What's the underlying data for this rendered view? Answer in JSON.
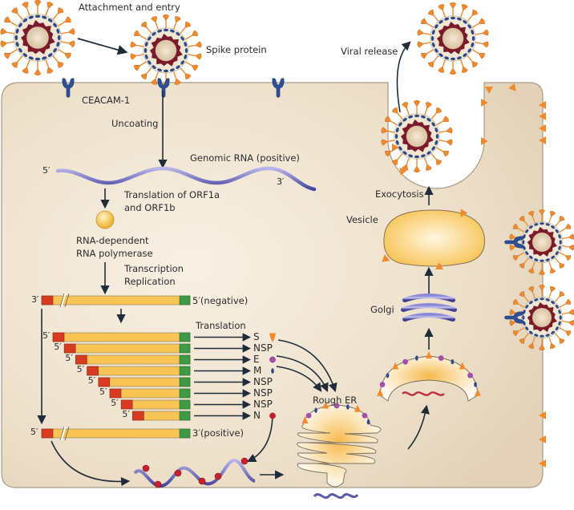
{
  "diagram": {
    "title": "Coronavirus replication cycle",
    "colors": {
      "cell_fill": "#ecdcc4",
      "cell_border": "#a89a86",
      "spike": "#f08a2c",
      "envelope_dark": "#7a1a2a",
      "membrane_protein": "#2c4a8a",
      "rna_ribbon": "#5a58a8",
      "leader_red": "#d83a22",
      "body_yellow": "#f8c555",
      "tail_green": "#3e9a44",
      "polymerase": "#f6c04e",
      "e_protein": "#a050a8",
      "n_protein": "#c8202c",
      "golgi": "#4a48a0",
      "arrow": "#1f2d3a"
    },
    "labels": {
      "attachment": "Attachment and entry",
      "spike_protein": "Spike protein",
      "receptor": "CEACAM-1",
      "uncoating": "Uncoating",
      "genomic_rna": "Genomic RNA (positive)",
      "five_prime": "5′",
      "three_prime": "3′",
      "translation_orf_1": "Translation of ORF1a",
      "translation_orf_2": "and ORF1b",
      "rdrp_1": "RNA-dependent",
      "rdrp_2": "RNA polymerase",
      "transcription": "Transcription",
      "replication": "Replication",
      "negative_strand": "5′(negative)",
      "translation": "Translation",
      "positive_strand": "3′(positive)",
      "rough_er": "Rough ER",
      "golgi": "Golgi",
      "vesicle": "Vesicle",
      "exocytosis": "Exocytosis",
      "viral_release": "Viral release"
    },
    "subgenomic_rnas": [
      {
        "prime": "5′",
        "product": "S",
        "product_icon": "spike-icon"
      },
      {
        "prime": "5′",
        "product": "NSP",
        "product_icon": ""
      },
      {
        "prime": "5′",
        "product": "E",
        "product_icon": "e-protein-icon"
      },
      {
        "prime": "5′",
        "product": "M",
        "product_icon": "m-protein-icon"
      },
      {
        "prime": "5′",
        "product": "NSP",
        "product_icon": ""
      },
      {
        "prime": "5′",
        "product": "NSP",
        "product_icon": ""
      },
      {
        "prime": "5′",
        "product": "NSP",
        "product_icon": ""
      },
      {
        "prime": "5′",
        "product": "N",
        "product_icon": "n-protein-icon"
      }
    ]
  }
}
